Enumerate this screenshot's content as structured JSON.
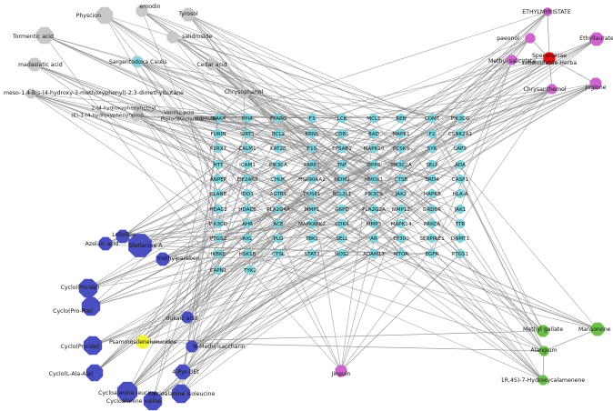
{
  "colors": {
    "edge": "#8a8a8a",
    "herb": "#e01010",
    "herb_compound": "#cc66cc",
    "shared_compound": "#f2f23a",
    "seaweed_compound": "#4a4fbf",
    "plant_compound": "#c8c8c8",
    "green_compound": "#6dbf4a",
    "target": "#7fd6df",
    "target_dark": "#4fb3c4"
  },
  "herb_node": {
    "label": "Speranskiae\ntuberculatae Herba"
  },
  "compounds_gray": [
    "Physcion",
    "emodin",
    "Tyrosol",
    "Tormentic acid",
    "salidroside",
    "Sargentodoxa Caulis",
    "madasiatic acid",
    "Cedar acid",
    "meso-1,4-Bis-(4-hydroxy-3-methoxyphenyl)-2,3-dimethylbutane",
    "Chrysophanol",
    "2-(4-hydroxyphenyl)ethyl",
    "(E)-3-(4-hydroxyphenyl)prop",
    "Protocatechualdehyde",
    "Vanillic acid"
  ],
  "compounds_pink": [
    "ETHYLMYRISTATE",
    "paeonol",
    "Ethyllaurate",
    "Methyl salicylate",
    "Juglone",
    "Chrysanthemol",
    "Jinguin"
  ],
  "compounds_green": [
    "Methyl gallate",
    "Mansonone H",
    "Alangium",
    "1R,4S)-7-Hydroxycalamenene"
  ],
  "compounds_blue": [
    "Loliolide",
    "Azelaic acid",
    "Stellanine A",
    "Cyclo(Pro-Val)",
    "methylparaben",
    "Cyclo(Pro-Pro)",
    "Cyclo(Pro-Val)",
    "Cyclo(L-Ala-Ala)",
    "Cycloalanine leucine",
    "Cycloalanine valine",
    "Cycloalanine isoleucine",
    "N-Methylsaccharin",
    "4-Pyr-OEt",
    "dukaic acid"
  ],
  "compound_yellow": "Psammosilenelueucidos",
  "targets": [
    [
      "IRAK4",
      "PPIA",
      "PPARG",
      "F3",
      "LCK",
      "MCL1",
      "REN",
      "COMT",
      "PIK3CG"
    ],
    [
      "FURIN",
      "SIRT1",
      "BCL2",
      "ERN1",
      "CD81",
      "BAD",
      "MAPK1",
      "F2",
      "CSNK2A1"
    ],
    [
      "P2RX7",
      "CALM1",
      "KAT2B",
      "F10",
      "TPSAB1",
      "MAPK10",
      "PCSK9",
      "SYK",
      "LAP3"
    ],
    [
      "HTT",
      "ICAM1",
      "PIK3CA",
      "PARP1",
      "TNF",
      "DPP4",
      "PIK3C2A",
      "SELP",
      "ADA"
    ],
    [
      "ANPEP",
      "EIF2AK3",
      "CHUK",
      "HSP90AA1",
      "MDM2",
      "HMOX1",
      "CTSB",
      "BRD4",
      "CASP1"
    ],
    [
      "ELANE",
      "IDO1",
      "AGTR1",
      "DUSP1",
      "BCL2L1",
      "PIK3CB",
      "JAK2",
      "MAPK8",
      "HLA-A"
    ],
    [
      "HDAC2",
      "HDAC6",
      "PLA2G4A",
      "MMP1",
      "G6PD",
      "PLA2G2A",
      "MMP12",
      "DRD5R",
      "JAK1"
    ],
    [
      "PIK3CD",
      "AHR",
      "ACE",
      "MAPKAPK2",
      "CDK4",
      "MMP3",
      "MAPK14",
      "PRKCA",
      "TTR"
    ],
    [
      "PTGS2",
      "AXL",
      "PLG",
      "TBK1",
      "SELL",
      "AR",
      "EP300",
      "SERPINE1",
      "DNMT1"
    ],
    [
      "IKBKE",
      "HSK1B",
      "CTSL",
      "STAT3",
      "NOS2",
      "ADAM17",
      "MTOR",
      "EGFR",
      "PTGS1"
    ],
    [
      "CAPN1",
      "TYK2"
    ]
  ]
}
